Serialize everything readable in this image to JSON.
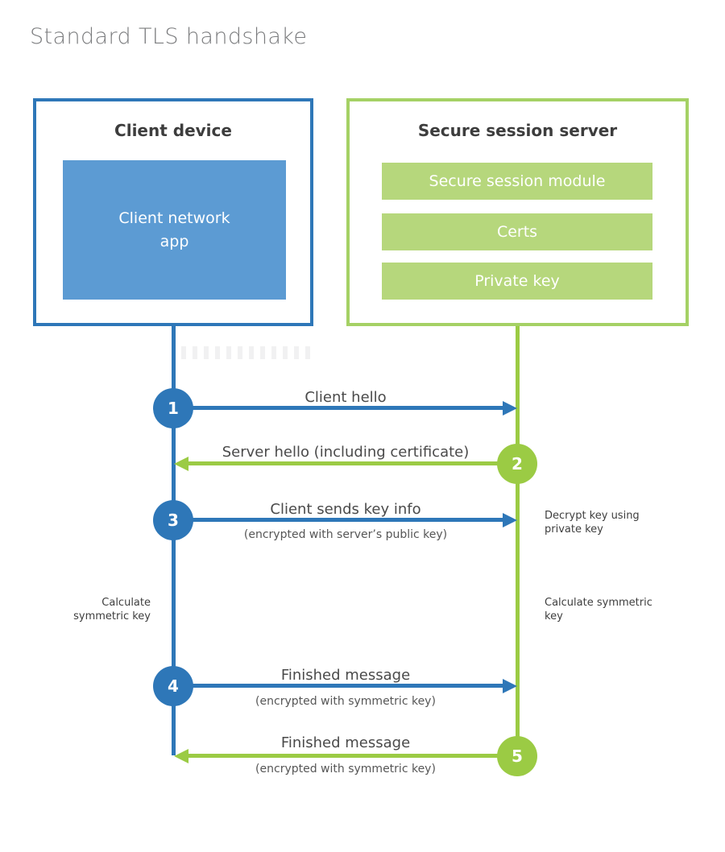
{
  "title": "Standard TLS handshake",
  "client": {
    "title": "Client device",
    "app": "Client network app"
  },
  "server": {
    "title": "Secure session server",
    "modules": [
      "Secure session module",
      "Certs",
      "Private key"
    ]
  },
  "steps": [
    {
      "number": "1",
      "label": "Client hello",
      "sublabel": "",
      "direction": "client-to-server"
    },
    {
      "number": "2",
      "label": "Server hello (including certificate)",
      "sublabel": "",
      "direction": "server-to-client"
    },
    {
      "number": "3",
      "label": "Client sends key info",
      "sublabel": "(encrypted with server’s public key)",
      "direction": "client-to-server"
    },
    {
      "number": "4",
      "label": "Finished message",
      "sublabel": "(encrypted with symmetric key)",
      "direction": "client-to-server"
    },
    {
      "number": "5",
      "label": "Finished message",
      "sublabel": "(encrypted with symmetric key)",
      "direction": "server-to-client"
    }
  ],
  "notes": {
    "decrypt": "Decrypt key using private key",
    "calculate_left": "Calculate symmetric key",
    "calculate_right": "Calculate symmetric key"
  },
  "colors": {
    "client_blue": "#2E77B8",
    "client_blue_fill": "#5C9BD3",
    "server_green": "#9BCB44",
    "server_green_border": "#A5D165",
    "server_green_fill": "#B6D77C",
    "title_gray": "#7B7C7E",
    "label_gray": "#4A4A4A"
  }
}
